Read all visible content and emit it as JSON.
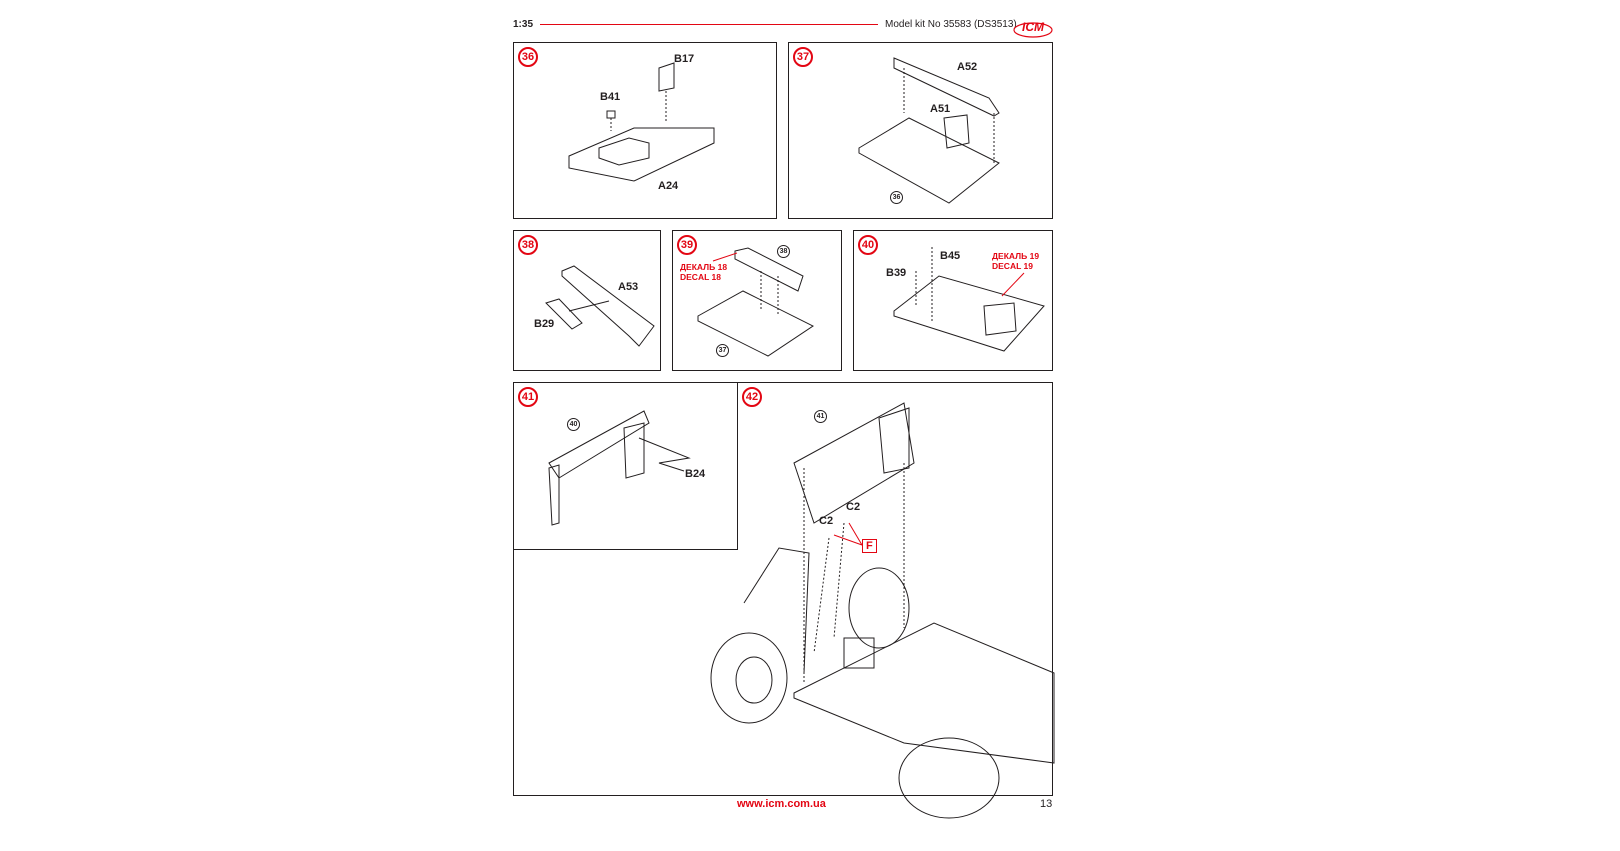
{
  "header": {
    "scale": "1:35",
    "title": "Model kit No 35583 (DS3513)",
    "logo": "ICM"
  },
  "steps": [
    {
      "number": "36",
      "labels": [
        "B17",
        "B41",
        "A24"
      ]
    },
    {
      "number": "37",
      "labels": [
        "A52",
        "A51"
      ],
      "refs": [
        "36"
      ]
    },
    {
      "number": "38",
      "labels": [
        "A53",
        "B29"
      ]
    },
    {
      "number": "39",
      "decal": [
        "ДЕКАЛЬ 18",
        "DECAL 18"
      ],
      "refs": [
        "38",
        "37"
      ]
    },
    {
      "number": "40",
      "labels": [
        "B45",
        "B39"
      ],
      "decal": [
        "ДЕКАЛЬ 19",
        "DECAL 19"
      ]
    },
    {
      "number": "41",
      "labels": [
        "B24"
      ],
      "refs": [
        "40"
      ]
    },
    {
      "number": "42",
      "labels": [
        "C2",
        "C2"
      ],
      "refs": [
        "41"
      ],
      "flag": "F"
    }
  ],
  "footer": {
    "url": "www.icm.com.ua",
    "page": "13"
  },
  "colors": {
    "accent": "#e30613",
    "ink": "#231f20"
  }
}
